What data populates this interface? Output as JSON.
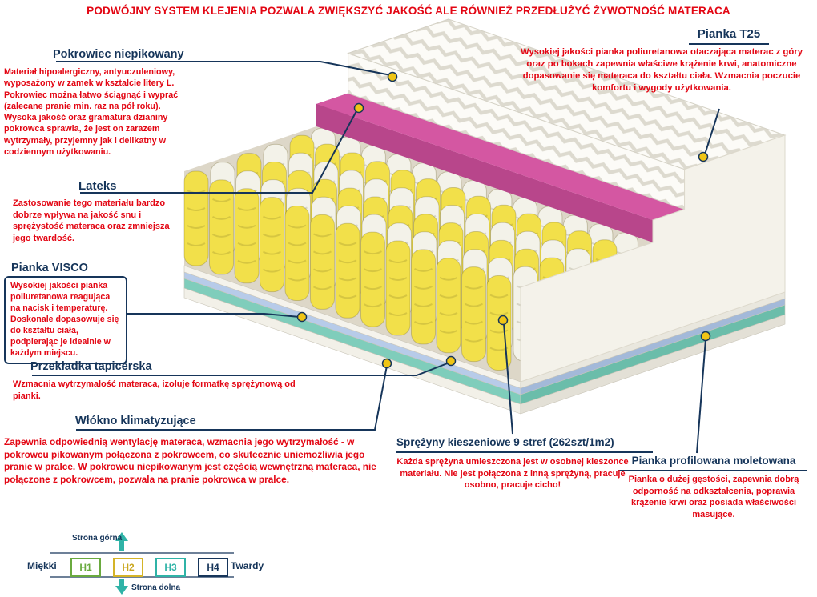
{
  "banner": {
    "text": "PODWÓJNY SYSTEM KLEJENIA POZWALA ZWIĘKSZYĆ JAKOŚĆ ALE RÓWNIEŻ PRZEDŁUŻYĆ ŻYWOTNOŚĆ MATERACA"
  },
  "ann": {
    "pokrowiec": {
      "title": "Pokrowiec niepikowany",
      "body": "Materiał hipoalergiczny, antyuczuleniowy, wyposażony w zamek w kształcie litery L. Pokrowiec można łatwo ściągnąć i wyprać (zalecane pranie min. raz na pół roku). Wysoka jakość oraz gramatura dzianiny pokrowca sprawia, że jest on zarazem wytrzymały, przyjemny jak i delikatny w codziennym użytkowaniu."
    },
    "lateks": {
      "title": "Lateks",
      "body": "Zastosowanie tego materiału bardzo dobrze wpływa na jakość snu i sprężystość materaca oraz zmniejsza jego twardość."
    },
    "visco": {
      "title": "Pianka VISCO",
      "body": "Wysokiej jakości pianka poliuretanowa reagująca na nacisk i temperaturę. Doskonale dopasowuje się do kształtu ciała, podpierając je idealnie w każdym miejscu."
    },
    "przekladka": {
      "title": "Przekładka tapicerska",
      "body": "Wzmacnia wytrzymałość materaca, izoluje formatkę sprężynową od pianki."
    },
    "wlokno": {
      "title": "Włókno klimatyzujące",
      "body": "Zapewnia odpowiednią wentylację materaca, wzmacnia jego wytrzymałość - w pokrowcu pikowanym połączona z pokrowcem, co skutecznie uniemożliwia jego pranie w pralce. W pokrowcu niepikowanym jest częścią wewnętrzną materaca, nie połączone z pokrowcem, pozwala na pranie pokrowca w pralce."
    },
    "t25": {
      "title": "Pianka T25",
      "body": "Wysokiej jakości pianka poliuretanowa otaczająca materac z góry oraz po bokach zapewnia właściwe krążenie krwi, anatomiczne dopasowanie się materaca do kształtu ciała. Wzmacnia poczucie komfortu i wygody użytkowania."
    },
    "sprezyny": {
      "title": "Sprężyny kieszeniowe 9 stref (262szt/1m2)",
      "body": "Każda sprężyna umieszczona jest w osobnej kieszonce materiału. Nie jest połączona z inną sprężyną, pracuje osobno, pracuje cicho!"
    },
    "profilowana": {
      "title": "Pianka profilowana moletowana",
      "body": "Pianka o dużej gęstości, zapewnia dobrą odporność na odkształcenia, poprawia krążenie krwi oraz posiada właściwości masujące."
    }
  },
  "scale": {
    "top_side": "Strona górna",
    "bottom_side": "Strona dolna",
    "soft": "Miękki",
    "hard": "Twardy",
    "levels": [
      {
        "label": "H1",
        "color": "#6aaa3f"
      },
      {
        "label": "H2",
        "color": "#d4b428"
      },
      {
        "label": "H3",
        "color": "#2fb3a7"
      },
      {
        "label": "H4",
        "color": "#16355a"
      }
    ]
  },
  "colors": {
    "heading_navy": "#16355a",
    "body_red": "#e30613",
    "marker_yellow": "#f0c515",
    "latex_pink": "#d457a2",
    "spring_yellow": "#f2e04a",
    "band_teal": "#7fcdbb",
    "band_blue": "#b7cbe9",
    "arrow_teal": "#2fb3a7"
  }
}
